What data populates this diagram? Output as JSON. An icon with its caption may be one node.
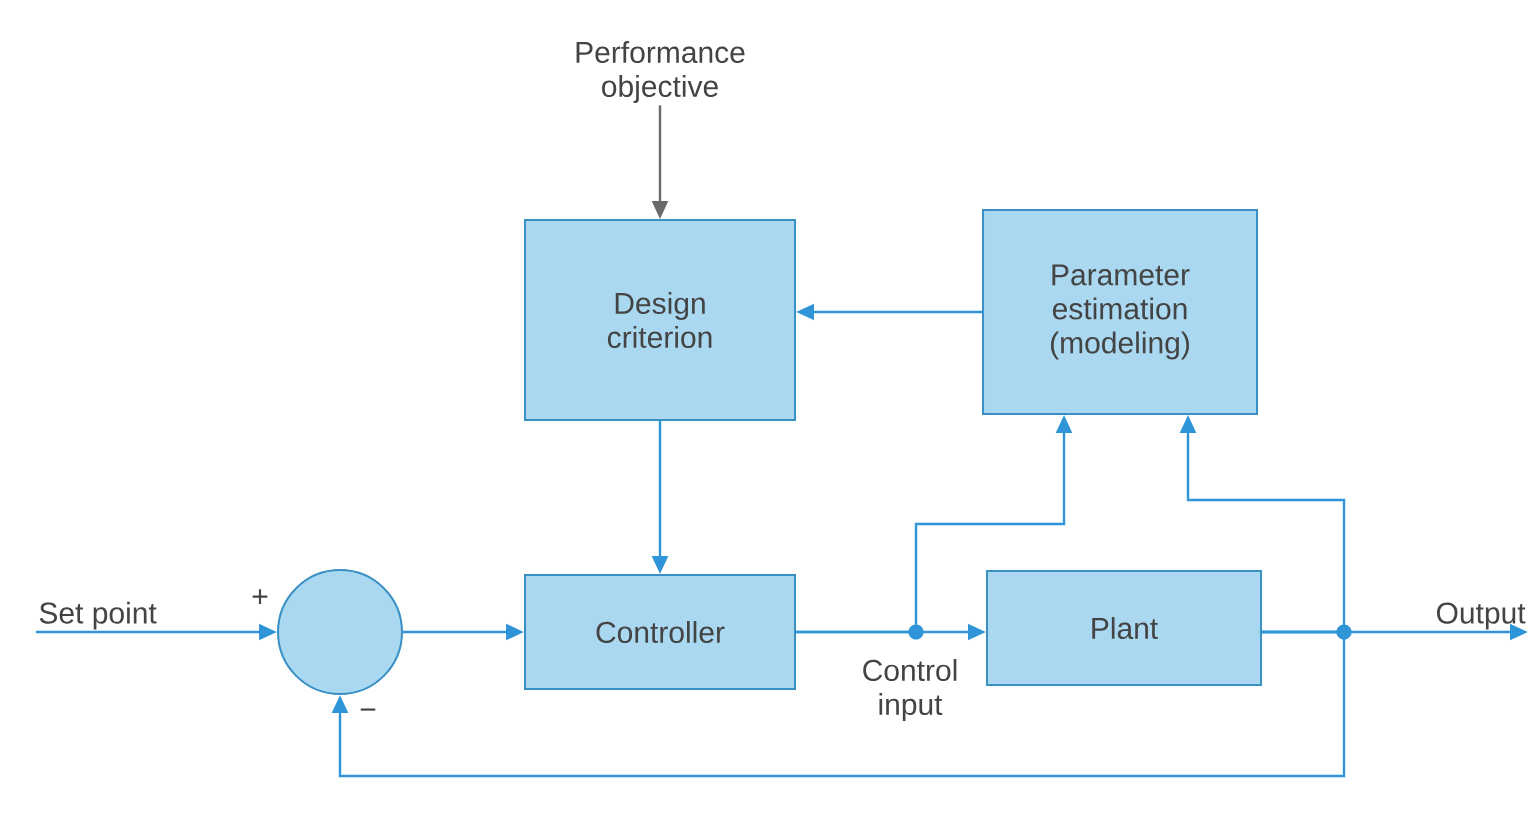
{
  "diagram": {
    "nodes": [
      {
        "text": [
          "Performance objective"
        ]
      },
      {
        "text": [
          "Design criterion"
        ]
      },
      {
        "text": [
          "Parameter estimation (modeling)"
        ]
      },
      {
        "text": [
          "Set point"
        ]
      },
      {
        "text": [],
        "shape": "circle"
      },
      {
        "text": [
          "Controller"
        ]
      },
      {
        "text": [
          "Plant"
        ]
      },
      {
        "text": [
          "Output"
        ]
      }
    ],
    "edges": [
      {
        "from": 0,
        "to": 1,
        "arrow": "to",
        "color": "#6a6a6a"
      },
      {
        "from": 2,
        "to": 1,
        "arrow": "to"
      },
      {
        "from": 1,
        "to": 5,
        "arrow": "to"
      },
      {
        "from": 3,
        "to": 4,
        "arrow": "to"
      },
      {
        "from": 4,
        "to": 5,
        "arrow": "to"
      },
      {
        "from": 5,
        "to": 6,
        "arrow": "to"
      },
      {
        "from": 5,
        "to": 2,
        "arrow": "to"
      },
      {
        "from": 6,
        "to": 7,
        "arrow": "to"
      },
      {
        "from": 6,
        "to": 2,
        "arrow": "to"
      },
      {
        "from": 6,
        "to": 4,
        "arrow": "to"
      }
    ],
    "labels": [
      "+",
      "−",
      "Control input"
    ]
  }
}
